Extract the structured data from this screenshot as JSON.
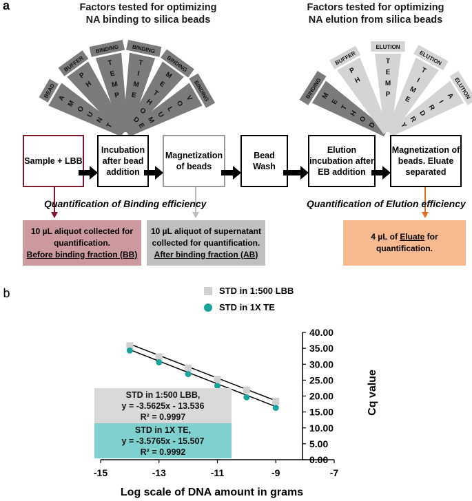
{
  "panel_a": {
    "letter": "a",
    "binding_heading": [
      "Factors tested for optimizing",
      "NA binding to silica beads"
    ],
    "elution_heading": [
      "Factors tested for optimizing",
      "NA elution from silica beads"
    ],
    "binding_fan": [
      {
        "tag": "BEAD",
        "letters": "AMOUNT"
      },
      {
        "tag": "BUFFER",
        "letters": "PH"
      },
      {
        "tag": "BINDING",
        "letters": "TEMP"
      },
      {
        "tag": "BINDING",
        "letters": "TIME"
      },
      {
        "tag": "BINDING",
        "letters": "METHOD"
      },
      {
        "tag": "BINDING",
        "letters": "VOLUME"
      }
    ],
    "elution_fan": [
      {
        "tag": "BINDING",
        "letters": "METHOD"
      },
      {
        "tag": "BUFFER",
        "letters": "PH"
      },
      {
        "tag": "ELUTION",
        "letters": "TEMP"
      },
      {
        "tag": "ELUTION",
        "letters": "TIME"
      },
      {
        "tag": "ELUTION",
        "letters": "AIRDRY"
      }
    ],
    "steps": [
      "Sample + LBB",
      "Incubation after bead addition",
      "Magnetization of beads",
      "Bead Wash",
      "Elution incubation after EB addition",
      "Magnetization of beads. Eluate separated"
    ],
    "quant_binding": "Quantification of Binding efficiency",
    "quant_elution": "Quantification of Elution efficiency",
    "box_bb": {
      "line1": "10 µL aliquot collected for quantification.",
      "line2": "Before binding fraction (BB)"
    },
    "box_ab": {
      "line1": "10 µL aliquot of supernatant collected for quantification.",
      "line2": "After binding fraction (AB)"
    },
    "box_eluate": {
      "pre": "4 µL of ",
      "u": "Eluate",
      "post": " for quantification."
    },
    "colors": {
      "dark_fan": "#7b7b7b",
      "light_fan": "#d4d4d4",
      "bb": "#cc9a9e",
      "ab": "#bfbfbf",
      "eluate": "#f7b990",
      "bb_arrow": "#7a1a2a",
      "eluate_arrow": "#e07020"
    }
  },
  "panel_b": {
    "letter": "b",
    "legend": [
      "STD in 1:500 LBB",
      "STD in 1X TE"
    ],
    "eq_lbb": [
      "STD in 1:500 LBB,",
      "y = -3.5625x - 13.536",
      "R² = 0.9997"
    ],
    "eq_te": [
      "STD in 1X TE,",
      "y = -3.5765x - 15.507",
      "R² = 0.9992"
    ],
    "colors": {
      "lbb": "#d0d0d0",
      "te": "#1aa39a",
      "eq_lbb_bg": "#d9d9d9",
      "eq_te_bg": "#7fd1cf"
    }
  },
  "chart_data": {
    "type": "scatter",
    "xlabel": "Log scale of DNA amount in grams",
    "ylabel": "Cq value",
    "xlim": [
      -15,
      -7
    ],
    "ylim": [
      0,
      40
    ],
    "xticks": [
      "-15",
      "-13",
      "-11",
      "-9",
      "-7"
    ],
    "yticks": [
      "0.00",
      "5.00",
      "10.00",
      "15.00",
      "20.00",
      "25.00",
      "30.00",
      "35.00",
      "40.00"
    ],
    "series": [
      {
        "name": "STD in 1:500 LBB",
        "x": [
          -14,
          -13,
          -12,
          -11,
          -10,
          -9
        ],
        "y": [
          35.8,
          32.3,
          28.8,
          25.3,
          21.9,
          18.4
        ],
        "slope": -3.5625,
        "intercept": -13.536
      },
      {
        "name": "STD in 1X TE",
        "x": [
          -14,
          -13,
          -12,
          -11,
          -10,
          -9
        ],
        "y": [
          34.3,
          30.6,
          26.9,
          23.2,
          19.6,
          16.3
        ],
        "slope": -3.5765,
        "intercept": -15.507
      }
    ]
  }
}
